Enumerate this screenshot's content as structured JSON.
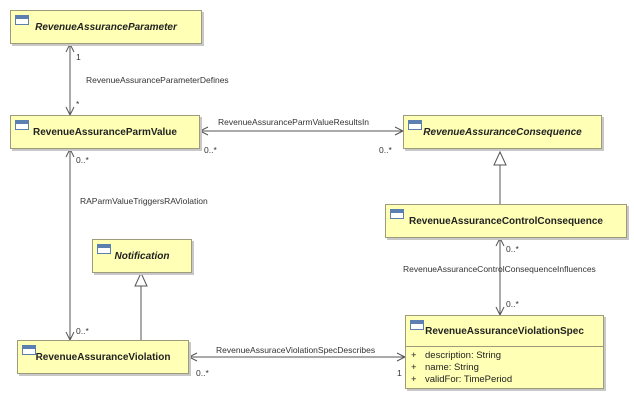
{
  "classes": {
    "param": {
      "name": "RevenueAssuranceParameter"
    },
    "parm_value": {
      "name": "RevenueAssuranceParmValue"
    },
    "consequence": {
      "name": "RevenueAssuranceConsequence"
    },
    "control_consequence": {
      "name": "RevenueAssuranceControlConsequence"
    },
    "notification": {
      "name": "Notification"
    },
    "violation": {
      "name": "RevenueAssuranceViolation"
    },
    "violation_spec": {
      "name": "RevenueAssuranceViolationSpec",
      "attributes": [
        {
          "visibility": "+",
          "text": "description: String"
        },
        {
          "visibility": "+",
          "text": "name: String"
        },
        {
          "visibility": "+",
          "text": "validFor: TimePeriod"
        }
      ]
    }
  },
  "associations": {
    "defines": {
      "name": "RevenueAssuranceParameterDefines",
      "source_mult": "1",
      "target_mult": "*"
    },
    "results_in": {
      "name": "RevenueAssuranceParmValueResultsIn",
      "source_mult": "0..*",
      "target_mult": "0..*"
    },
    "triggers": {
      "name": "RAParmValueTriggersRAViolation",
      "source_mult": "0..*",
      "target_mult": "0..*"
    },
    "influences": {
      "name": "RevenueAssuranceControlConsequenceInfluences",
      "source_mult": "0..*",
      "target_mult": "0..*"
    },
    "describes": {
      "name": "RevenueAssuraceViolationSpecDescribes",
      "source_mult": "0..*",
      "target_mult": "1"
    }
  }
}
